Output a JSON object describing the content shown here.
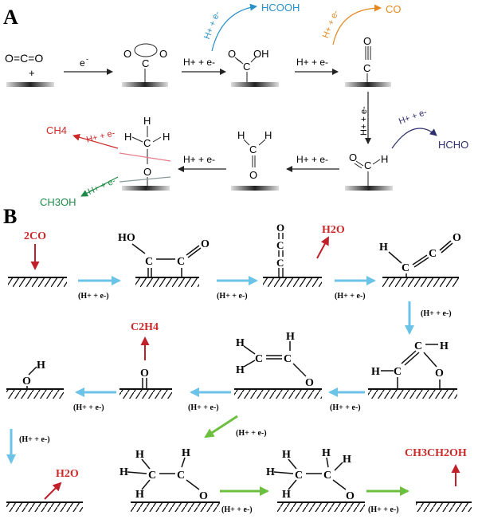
{
  "panel_a": {
    "letter": "A",
    "co2_molecule": "O=C=O",
    "plus": "+",
    "electron_label": "e",
    "proton_electron": "H+ + e-",
    "hcooh": "HCOOH",
    "co": "CO",
    "hcho": "HCHO",
    "ch4": "CH4",
    "ch3oh": "CH3OH"
  },
  "panel_b": {
    "letter": "B",
    "two_co": "2CO",
    "h2o": "H2O",
    "c2h4": "C2H4",
    "ethanol": "CH3CH2OH",
    "step_label": "(H+ + e-)"
  },
  "colors": {
    "blue": "#2a8fc6",
    "orange": "#e3881f",
    "red": "#cc2a2a",
    "green": "#1f8a46",
    "navy": "#2e2e6e",
    "light_blue_arrow": "#6cc3e8",
    "green_arrow": "#6cbf3f",
    "dark_red": "#c0202a"
  }
}
